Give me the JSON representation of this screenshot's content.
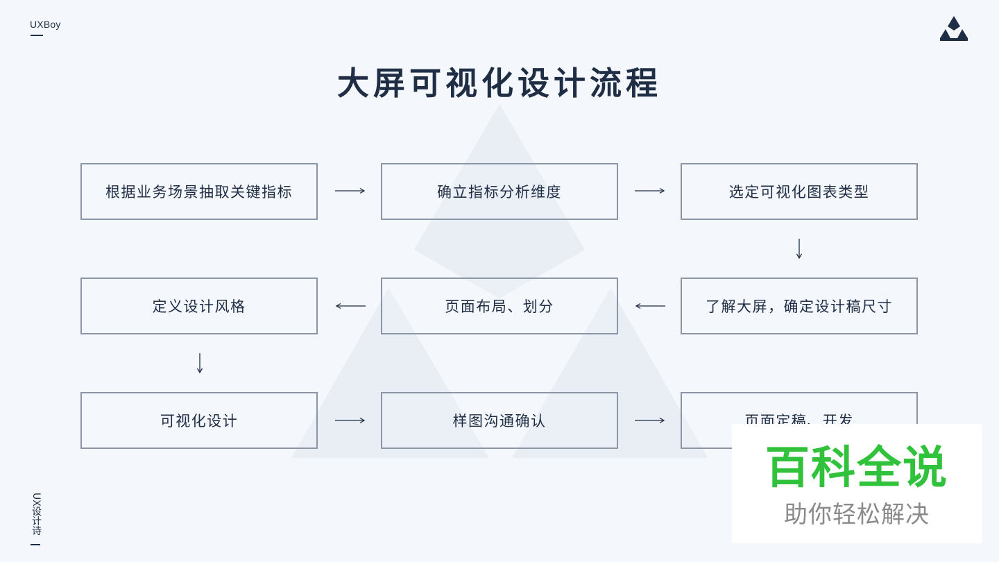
{
  "header": {
    "brand": "UXBoy",
    "logo_icon": "triangle-logo-icon"
  },
  "title": "大屏可视化设计流程",
  "steps": [
    "根据业务场景抽取关键指标",
    "确立指标分析维度",
    "选定可视化图表类型",
    "了解大屏，确定设计稿尺寸",
    "页面布局、划分",
    "定义设计风格",
    "可视化设计",
    "样图沟通确认",
    "页面定稿、开发"
  ],
  "footer": {
    "side_text": "UX设计诗"
  },
  "watermark": {
    "main": "百科全说",
    "sub": "助你轻松解决"
  },
  "colors": {
    "background": "#f4f7fb",
    "text": "#1f2d45",
    "box_border": "#8b95a6",
    "watermark_green": "#2fc23a",
    "watermark_gray": "#8a8a8a"
  }
}
